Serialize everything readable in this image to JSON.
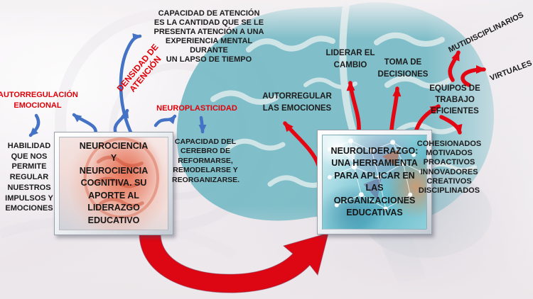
{
  "colors": {
    "arrow_red": "#e30613",
    "arrow_blue": "#4472c4",
    "label_red": "#e10008",
    "label_black": "#1c1c1c",
    "brain_teal": "#68b5c1"
  },
  "labels": {
    "attention_capacity": "CAPACIDAD DE ATENCIÓN\nES LA CANTIDAD QUE SE LE\nPRESENTA ATENCIÓN A UNA\nEXPERIENCIA MENTAL DURANTE\nUN LAPSO DE TIEMPO",
    "attention_density": "DENSIDAD DE\nATENCIÓN",
    "emotional_self_regulation": "AUTORREGULACIÓN\nEMOCIONAL",
    "self_regulation_definition": "HABILIDAD\nQUE NOS\nPERMITE\nREGULAR\nNUESTROS\nIMPULSOS Y\nEMOCIONES",
    "neuroplasticity": "NEUROPLASTICIDAD",
    "neuroplasticity_definition": "CAPACIDAD DEL\nCEREBRO DE\nREFORMARSE,\nREMODELARSE Y\nREORGANIZARSE.",
    "self_regulate_emotions": "AUTORREGULAR\nLAS EMOCIONES",
    "lead_change": "LIDERAR EL\nCAMBIO",
    "decision_making": "TOMA DE\nDECISIONES",
    "efficient_teams": "EQUIPOS DE\nTRABAJO\nEFICIENTES",
    "multidisciplinary": "MUTIDISCIPLINARIOS",
    "virtual": "VIRTUALES",
    "team_qualities": "COHESIONADOS\nMOTIVADOS\nPROACTIVOS\nINNOVADORES\nCREATIVOS\nDISCIPLINADOS"
  },
  "boxes": {
    "left_box": "NEUROCIENCIA\nY\nNEUROCIENCIA\nCOGNITIVA. SU\nAPORTE AL\nLIDERAZGO\nEDUCATIVO",
    "right_box": "NEUROLIDERAZGO:\nUNA HERRAMIENTA\nPARA APLICAR EN\nLAS\nORGANIZACIONES\nEDUCATIVAS"
  }
}
